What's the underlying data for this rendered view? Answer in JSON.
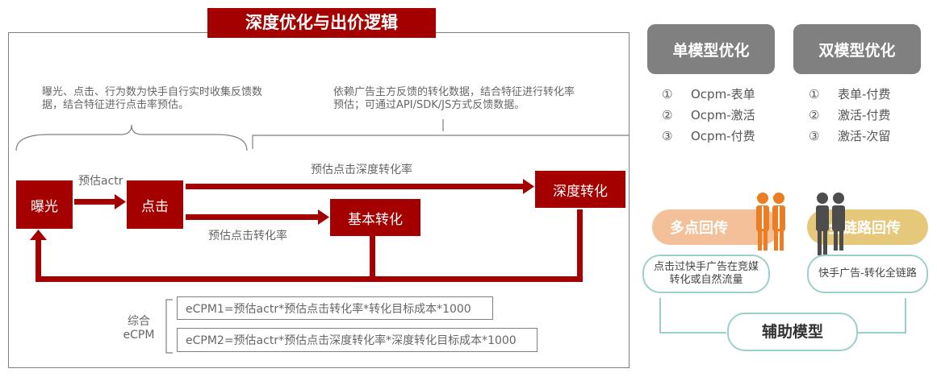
{
  "title": "深度优化与出价逻辑",
  "notes": {
    "left": "曝光、点击、行为数为快手自行实时收集反馈数据，结合特征进行点击率预估。",
    "right": "依赖广告主方反馈的转化数据，结合特征进行转化率预估；可通过API/SDK/JS方式反馈数据。"
  },
  "flow": {
    "exposure": "曝光",
    "click": "点击",
    "basic": "基本转化",
    "deep": "深度转化",
    "arrow_ctr": "预估actr",
    "arrow_deep": "预估点击深度转化率",
    "arrow_basic": "预估点击转化率"
  },
  "ecpm": {
    "label_line1": "综合",
    "label_line2": "eCPM",
    "formula1": "eCPM1=预估actr*预估点击转化率*转化目标成本*1000",
    "formula2": "eCPM2=预估actr*预估点击深度转化率*深度转化目标成本*1000"
  },
  "single_model": {
    "title": "单模型优化",
    "items": [
      {
        "num": "①",
        "text": "Ocpm-表单"
      },
      {
        "num": "②",
        "text": "Ocpm-激活"
      },
      {
        "num": "③",
        "text": "Ocpm-付费"
      }
    ]
  },
  "dual_model": {
    "title": "双模型优化",
    "items": [
      {
        "num": "①",
        "text": "表单-付费"
      },
      {
        "num": "②",
        "text": "激活-付费"
      },
      {
        "num": "③",
        "text": "激活-次留"
      }
    ]
  },
  "aux": {
    "multi_point": "多点回传",
    "full_link": "全链路回传",
    "multi_desc": "点击过快手广告在竞媒转化或自然流量",
    "full_desc": "快手广告-转化全链路",
    "aux_model": "辅助模型"
  },
  "colors": {
    "red": "#a50000",
    "grey": "#808080",
    "peach": "#f4c09a",
    "gold": "#e6c87a",
    "teal": "#9ccfcc"
  }
}
